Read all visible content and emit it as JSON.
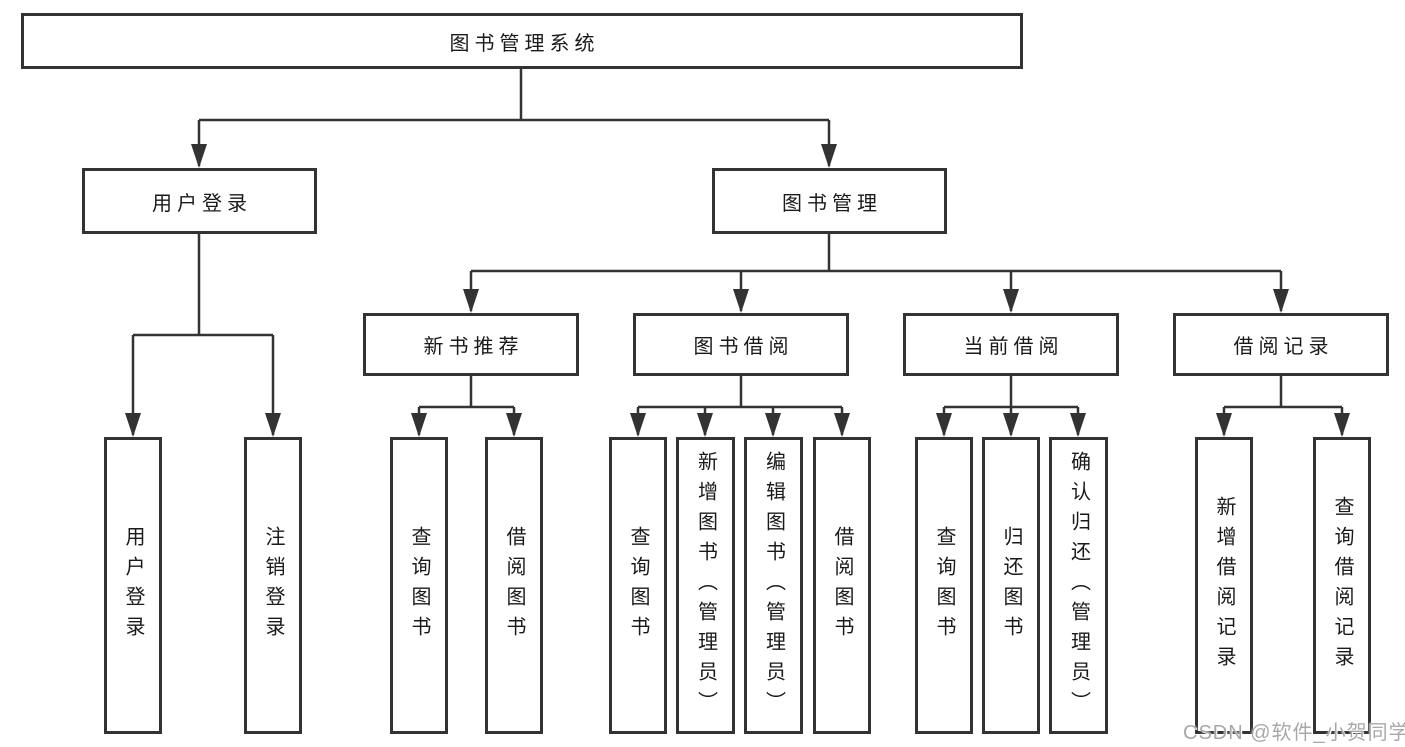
{
  "colors": {
    "line": "#333333",
    "border": "#333333",
    "text": "#1a1a1a",
    "watermark_text": "#a8a8a8",
    "background": "#ffffff"
  },
  "tree": {
    "root": {
      "label": "图书管理系统",
      "children": [
        {
          "label": "用户登录",
          "children": [
            {
              "label": "用户登录"
            },
            {
              "label": "注销登录"
            }
          ]
        },
        {
          "label": "图书管理",
          "children": [
            {
              "label": "新书推荐",
              "children": [
                {
                  "label": "查询图书"
                },
                {
                  "label": "借阅图书"
                }
              ]
            },
            {
              "label": "图书借阅",
              "children": [
                {
                  "label": "查询图书"
                },
                {
                  "label": "新增图书（管理员）"
                },
                {
                  "label": "编辑图书（管理员）"
                },
                {
                  "label": "借阅图书"
                }
              ]
            },
            {
              "label": "当前借阅",
              "children": [
                {
                  "label": "查询图书"
                },
                {
                  "label": "归还图书"
                },
                {
                  "label": "确认归还（管理员）"
                }
              ]
            },
            {
              "label": "借阅记录",
              "children": [
                {
                  "label": "新增借阅记录"
                },
                {
                  "label": "查询借阅记录"
                }
              ]
            }
          ]
        }
      ]
    }
  },
  "watermark": {
    "text": "CSDN @软件_小贺同学"
  }
}
